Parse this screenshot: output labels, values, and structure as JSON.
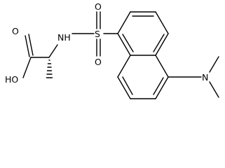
{
  "molecule": {
    "labels": {
      "carbonyl_o": "O",
      "hydroxyl": "HO",
      "amine_nh": "NH",
      "sulfur": "S",
      "sulfonyl_o_top": "O",
      "sulfonyl_o_bottom": "O",
      "dimethylamino_n": "N"
    },
    "colors": {
      "bond": "#000000",
      "label": "#000000",
      "background": "#ffffff"
    }
  }
}
